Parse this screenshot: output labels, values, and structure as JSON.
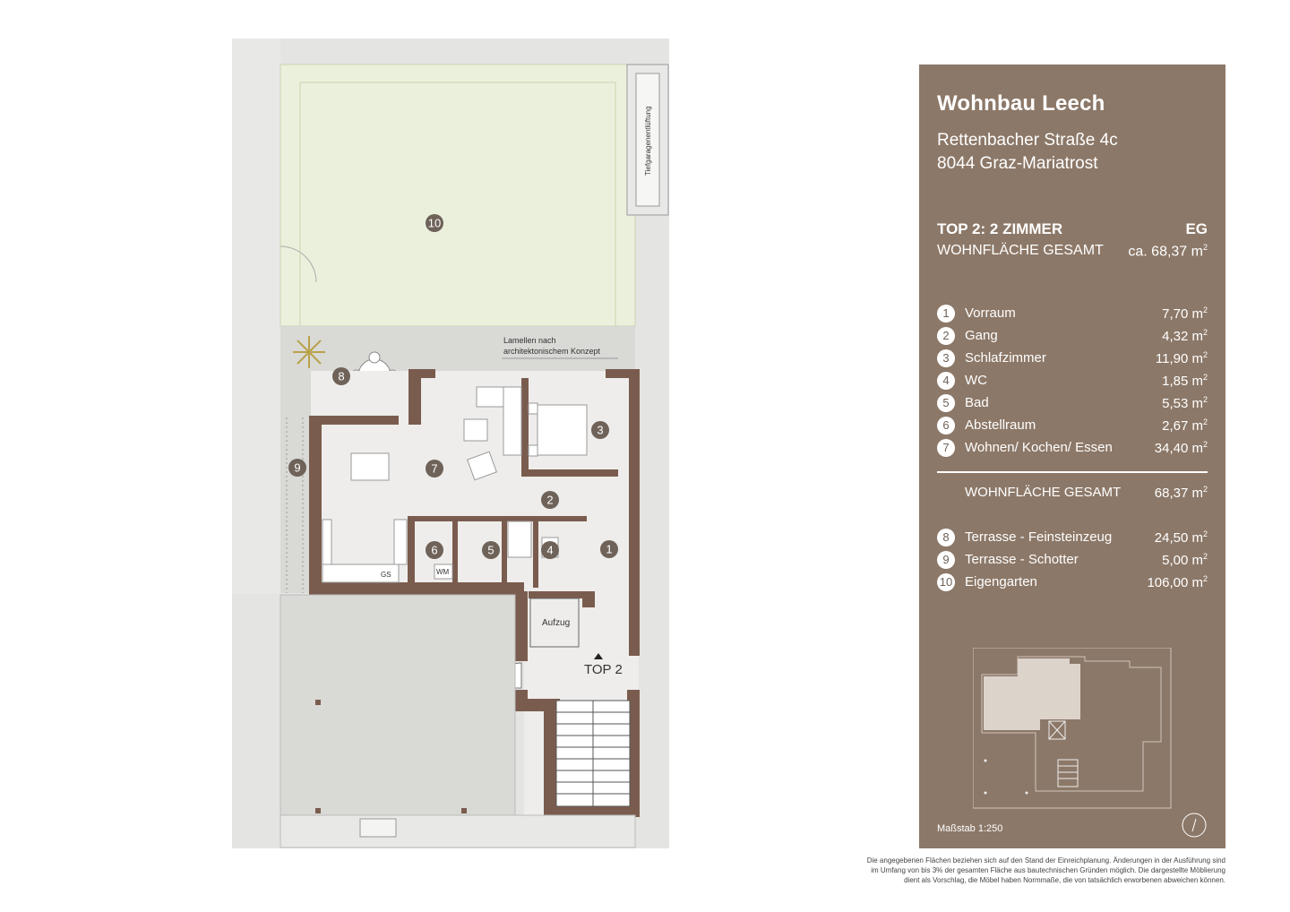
{
  "plan": {
    "shaft_label": "Tiefgaragenentlüftung",
    "lamellen_label_1": "Lamellen nach",
    "lamellen_label_2": "architektonischem Konzept",
    "gs_label": "GS",
    "wm_label": "WM",
    "elevator_label": "Aufzug",
    "unit_label": "TOP 2",
    "room_numbers": [
      "1",
      "2",
      "3",
      "4",
      "5",
      "6",
      "7",
      "8",
      "9",
      "10"
    ]
  },
  "panel": {
    "title": "Wohnbau Leech",
    "address_line1": "Rettenbacher Straße 4c",
    "address_line2": "8044 Graz-Mariatrost",
    "unit": "TOP 2: 2 ZIMMER",
    "floor": "EG",
    "living_area_label": "WOHNFLÄCHE GESAMT",
    "living_area_value": "ca. 68,37 m",
    "area_unit_sup": "2",
    "rooms": [
      {
        "num": "1",
        "name": "Vorraum",
        "area": "7,70 m"
      },
      {
        "num": "2",
        "name": "Gang",
        "area": "4,32 m"
      },
      {
        "num": "3",
        "name": "Schlafzimmer",
        "area": "11,90 m"
      },
      {
        "num": "4",
        "name": "WC",
        "area": "1,85 m"
      },
      {
        "num": "5",
        "name": "Bad",
        "area": "5,53 m"
      },
      {
        "num": "6",
        "name": "Abstellraum",
        "area": "2,67 m"
      },
      {
        "num": "7",
        "name": "Wohnen/ Kochen/ Essen",
        "area": "34,40 m"
      }
    ],
    "total_label": "WOHNFLÄCHE GESAMT",
    "total_value": "68,37 m",
    "outdoor": [
      {
        "num": "8",
        "name": "Terrasse - Feinsteinzeug",
        "area": "24,50 m"
      },
      {
        "num": "9",
        "name": "Terrasse - Schotter",
        "area": "5,00 m"
      },
      {
        "num": "10",
        "name": "Eigengarten",
        "area": "106,00 m"
      }
    ],
    "scale": "Maßstab 1:250"
  },
  "footnote": "Die angegebenen Flächen beziehen sich auf den Stand der Einreichplanung. Änderungen in der Ausführung sind im Umfang von bis 3% der gesamten Fläche aus bautechnischen Gründen möglich. Die dargestellte Möblierung dient als Vorschlag, die Möbel haben Normmaße, die von tatsächlich erworbenen abweichen können.",
  "colors": {
    "panel": "#8c7868",
    "wall": "#7a5c4e",
    "garden": "#ebf0dc",
    "terrace": "#d9d9d6",
    "interior": "#eeedeb",
    "marker": "#6e6259"
  }
}
